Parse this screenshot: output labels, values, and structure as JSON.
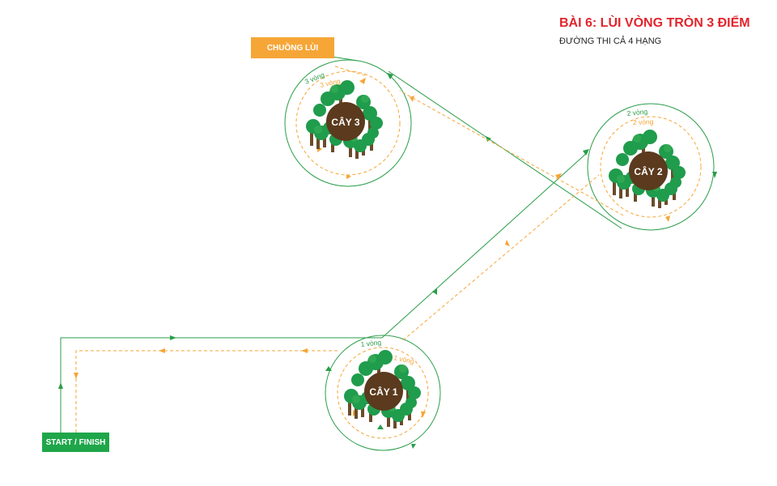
{
  "header": {
    "title": "BÀI 6: LÙI VÒNG TRÒN 3 ĐIỂM",
    "subtitle": "ĐƯỜNG THI CẢ 4 HẠNG"
  },
  "labels": {
    "start_finish": "START / FINISH",
    "chuong_lui": "CHUỒNG LÙI"
  },
  "trees": [
    {
      "name": "CÂY 1",
      "forward_laps": "1 vòng",
      "reverse_laps": "1 vòng"
    },
    {
      "name": "CÂY 2",
      "forward_laps": "2 vòng",
      "reverse_laps": "2 vòng"
    },
    {
      "name": "CÂY 3",
      "forward_laps": "3 vòng",
      "reverse_laps": "3 vòng"
    }
  ],
  "colors": {
    "title": "#e1252d",
    "forward_path": "#2a9d48",
    "reverse_path": "#f6a637",
    "start_box": "#1fa64a",
    "chuong_box": "#f6a637",
    "trunk": "#5b3a1d",
    "foliage": "#1f9c4c"
  }
}
